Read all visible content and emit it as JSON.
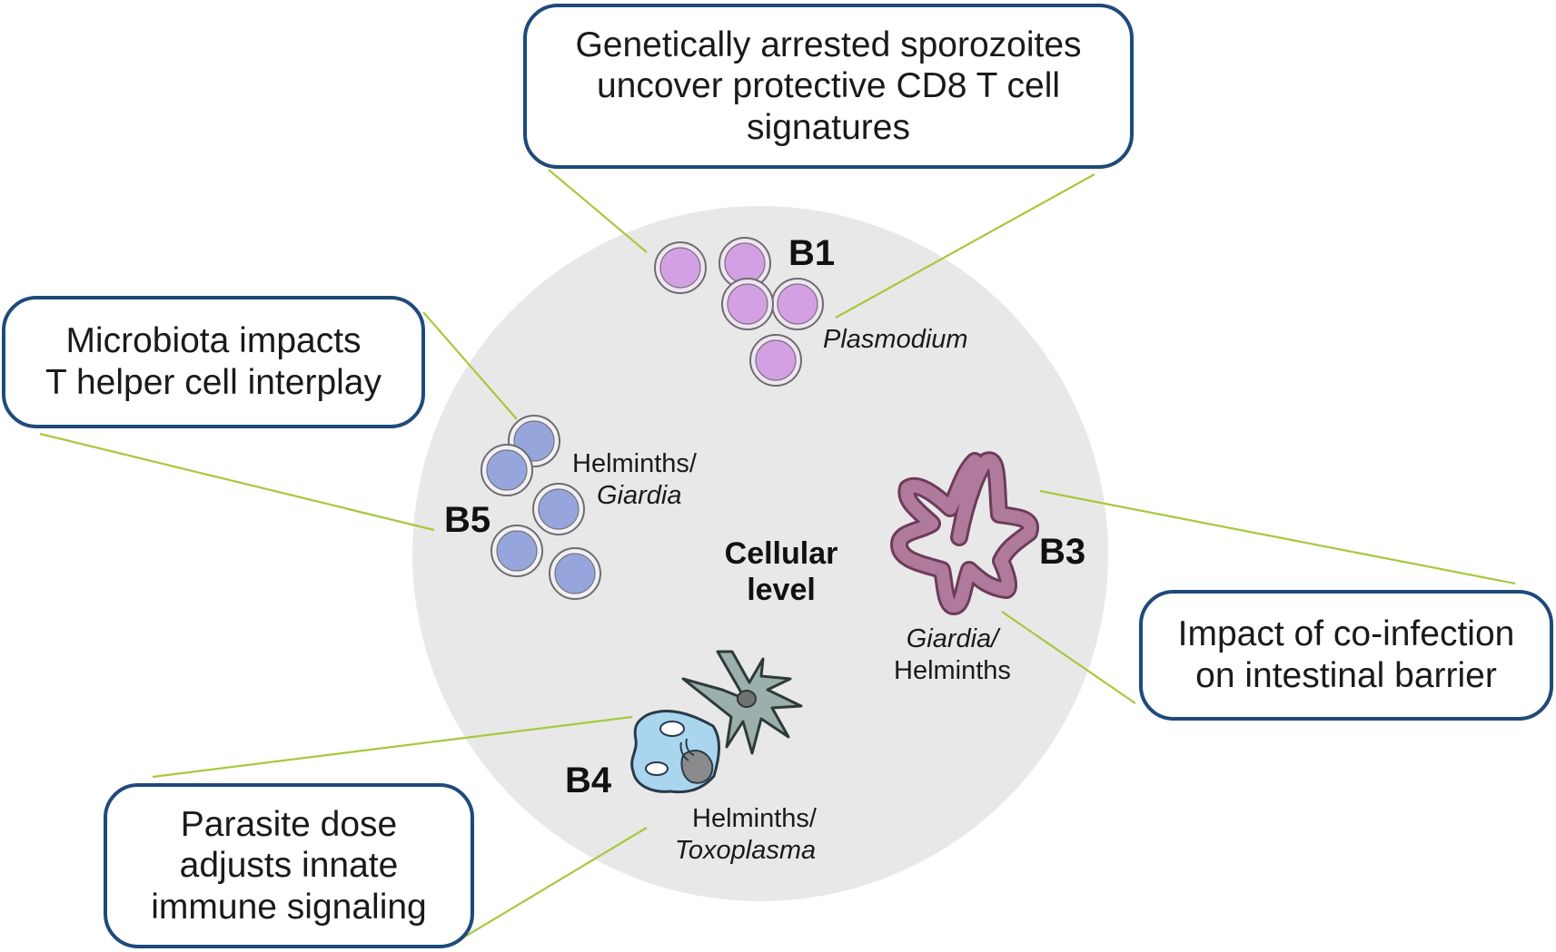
{
  "center": {
    "line1": "Cellular",
    "line2": "level"
  },
  "callouts": {
    "b1": {
      "line1": "Genetically arrested sporozoites",
      "line2": "uncover protective CD8 T cell",
      "line3": "signatures"
    },
    "b5": {
      "line1": "Microbiota impacts",
      "line2": "T helper cell interplay"
    },
    "b3": {
      "line1": "Impact of co-infection",
      "line2": "on intestinal barrier"
    },
    "b4": {
      "line1": "Parasite dose",
      "line2": "adjusts innate",
      "line3": "immune signaling"
    }
  },
  "nodes": {
    "b1": {
      "tag": "B1",
      "organism": "Plasmodium"
    },
    "b5": {
      "tag": "B5",
      "organism_line1": "Helminths/",
      "organism_line2": "Giardia"
    },
    "b3": {
      "tag": "B3",
      "organism_line1": "Giardia/",
      "organism_line2": "Helminths"
    },
    "b4": {
      "tag": "B4",
      "organism_line1": "Helminths/",
      "organism_line2": "Toxoplasma"
    }
  },
  "colors": {
    "background_circle": "#e8e8e8",
    "callout_border": "#1f4a7a",
    "connector": "#a8c83c",
    "plasmodium_cell": "#d4a0e4",
    "t_cell": "#96a5dc",
    "intestinal_villus": "#b07a9c",
    "dendritic_cell": "#9bb0ac",
    "macrophage": "#a9d6ee"
  }
}
